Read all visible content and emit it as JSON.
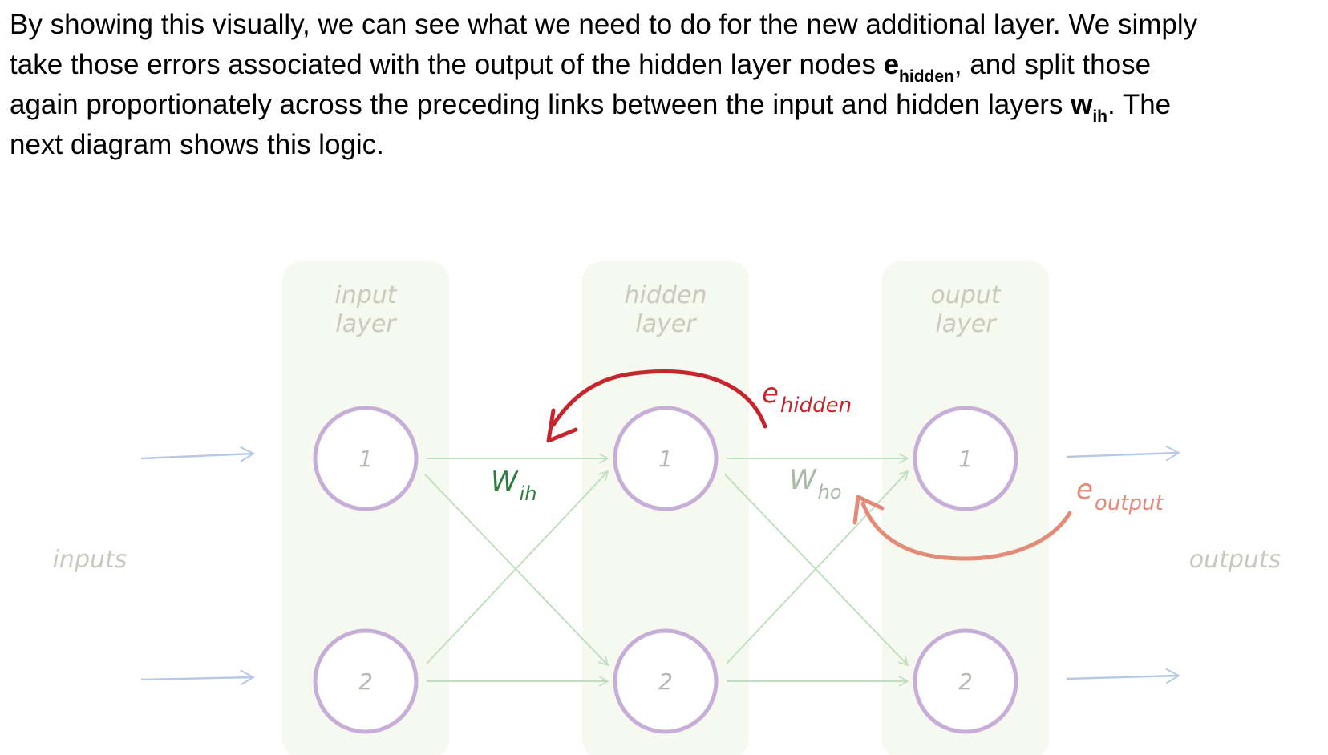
{
  "paragraph": {
    "line1": "By showing this visually, we can see what we need to do for the new additional layer. We simply",
    "line2_before": "take those errors associated with the output of the hidden layer nodes ",
    "line2_bold": "e",
    "line2_sub": "hidden",
    "line2_after": ", and split those",
    "line3_before": "again proportionately across the preceding links between the input and hidden layers ",
    "line3_bold": "w",
    "line3_sub": "ih",
    "line3_after": ". The",
    "line4": "next diagram shows this logic."
  },
  "diagram": {
    "layers": {
      "input": {
        "line1": "input",
        "line2": "layer"
      },
      "hidden": {
        "line1": "hidden",
        "line2": "layer"
      },
      "output": {
        "line1": "ouput",
        "line2": "layer"
      }
    },
    "inputs_label": "inputs",
    "outputs_label": "outputs",
    "node_labels": {
      "top": "1",
      "bottom": "2"
    },
    "w_ih": {
      "main": "W",
      "sub": "ih"
    },
    "w_ho": {
      "main": "W",
      "sub": "ho"
    },
    "e_hidden": {
      "main": "e",
      "sub": "hidden"
    },
    "e_output": {
      "main": "e",
      "sub": "output"
    },
    "colors": {
      "layer_band": "#f6f9ef",
      "layer_text": "#c9cabf",
      "node_stroke": "#c7aed9",
      "node_text": "#b9b5b0",
      "link": "#bfe0bf",
      "io_arrow": "#b6c9e6",
      "side_text": "#c8c8c0",
      "w_ih_color": "#2e7d3f",
      "w_ho_color": "#a9b8a9",
      "e_hidden_color": "#c8242e",
      "e_output_color": "#e58a78"
    }
  }
}
